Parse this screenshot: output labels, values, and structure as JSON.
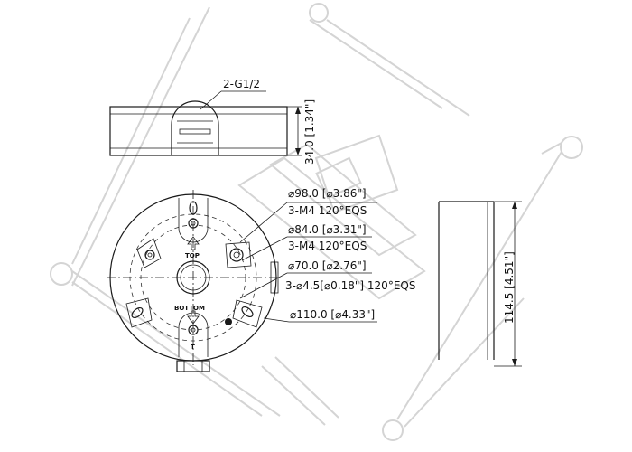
{
  "side_view": {
    "port_label": "2-G1/2",
    "height_label": "34.0 [1.34\"]"
  },
  "top_view": {
    "top_text": "TOP",
    "bottom_text": "BOTTOM",
    "t_marker": "T",
    "dimensions": [
      "⌀98.0 [⌀3.86\"]",
      "3-M4 120°EQS",
      "⌀84.0 [⌀3.31\"]",
      "3-M4 120°EQS",
      "⌀70.0 [⌀2.76\"]",
      "3-⌀4.5[⌀0.18\"] 120°EQS",
      "⌀110.0 [⌀4.33\"]"
    ]
  },
  "section_view": {
    "height_label": "114.5 [4.51\"]"
  }
}
